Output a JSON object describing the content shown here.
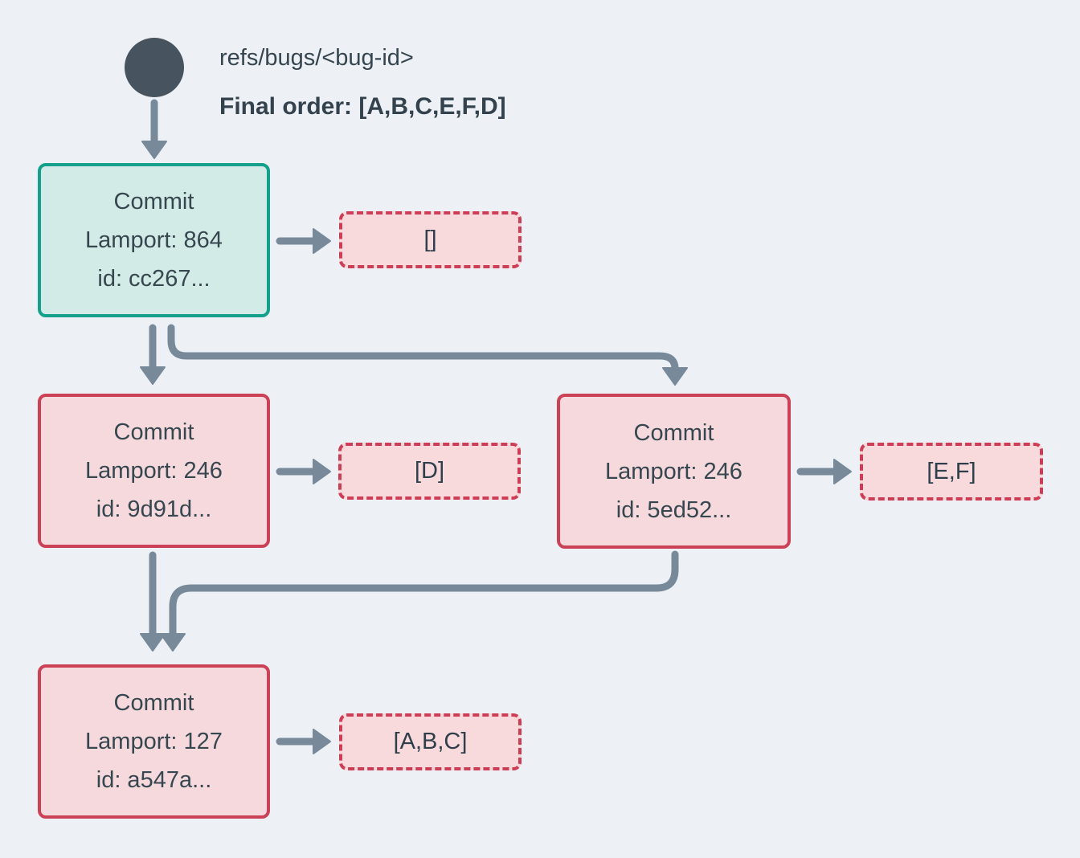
{
  "header": {
    "ref": "refs/bugs/<bug-id>",
    "final_order": "Final order: [A,B,C,E,F,D]"
  },
  "commits": [
    {
      "title": "Commit",
      "lamport": "Lamport: 864",
      "id": "id: cc267...",
      "operations": "[]"
    },
    {
      "title": "Commit",
      "lamport": "Lamport: 246",
      "id": "id: 9d91d...",
      "operations": "[D]"
    },
    {
      "title": "Commit",
      "lamport": "Lamport: 246",
      "id": "id: 5ed52...",
      "operations": "[E,F]"
    },
    {
      "title": "Commit",
      "lamport": "Lamport: 127",
      "id": "id: a547a...",
      "operations": "[A,B,C]"
    }
  ],
  "colors": {
    "background": "#edf1f5",
    "arrow": "#78899a",
    "ref_node": "#47545f",
    "text": "#37474f",
    "head_commit_border": "#14a08b",
    "head_commit_fill": "#d2ebe7",
    "commit_border": "#cb4257",
    "commit_fill": "#f6d9dd",
    "operations_border": "#cd3e56",
    "operations_fill": "#f8d9dc"
  }
}
